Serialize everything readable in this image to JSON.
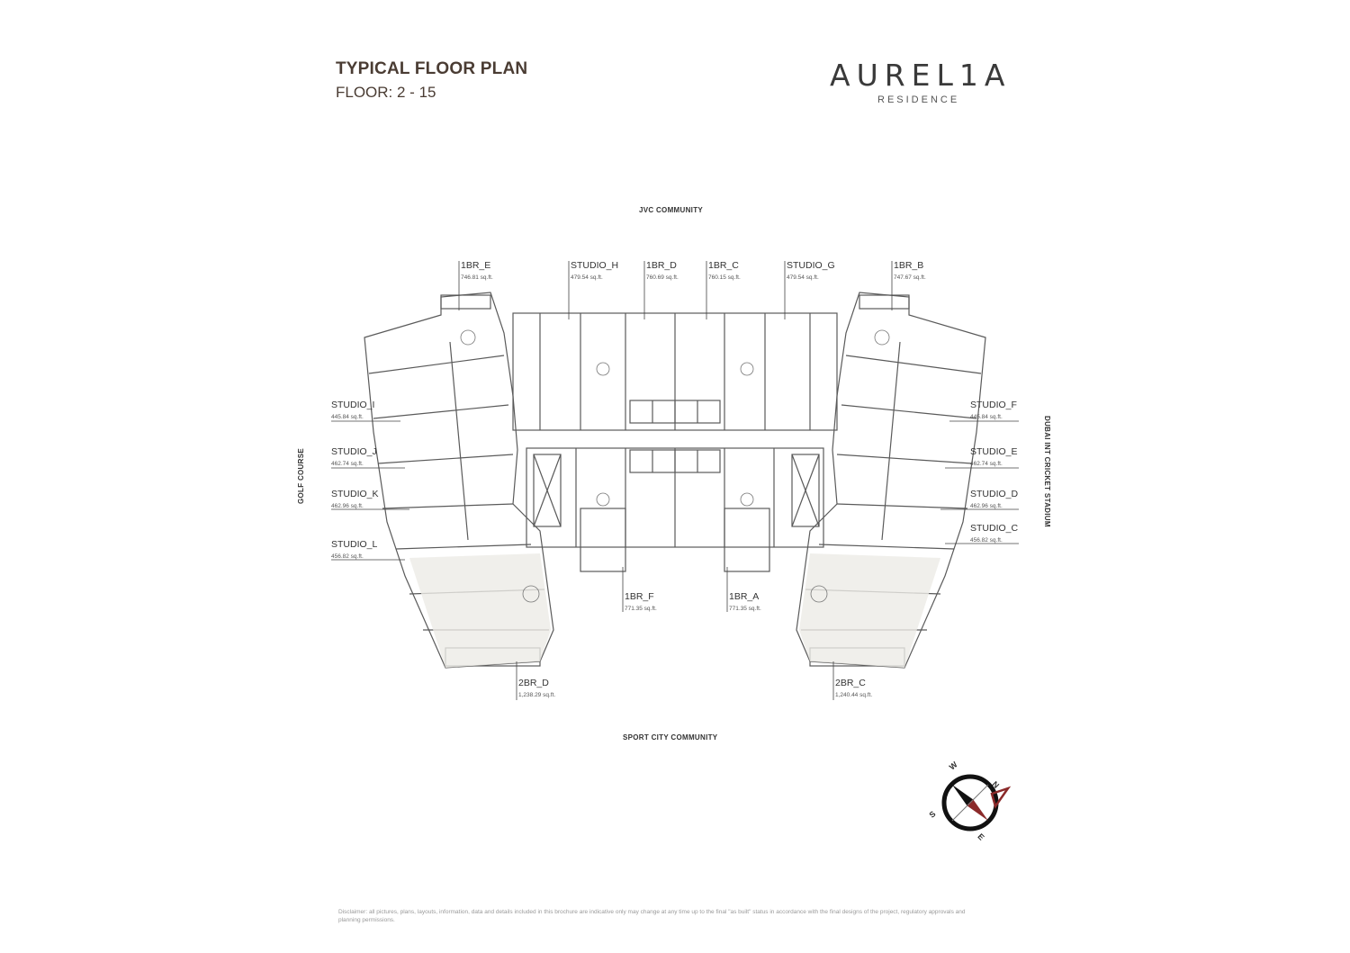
{
  "header": {
    "title": "TYPICAL FLOOR PLAN",
    "floor": "FLOOR: 2 - 15",
    "brand": "AUREL1A",
    "brand_sub": "RESIDENCE"
  },
  "directions": {
    "top": "JVC COMMUNITY",
    "bottom": "SPORT CITY COMMUNITY",
    "left": "GOLF COURSE",
    "right": "DUBAI INT CRICKET STADIUM"
  },
  "units": [
    {
      "name": "1BR_E",
      "area": "746.81 sq.ft."
    },
    {
      "name": "STUDIO_H",
      "area": "479.54 sq.ft."
    },
    {
      "name": "1BR_D",
      "area": "760.69 sq.ft."
    },
    {
      "name": "1BR_C",
      "area": "760.15 sq.ft."
    },
    {
      "name": "STUDIO_G",
      "area": "479.54 sq.ft."
    },
    {
      "name": "1BR_B",
      "area": "747.67 sq.ft."
    },
    {
      "name": "STUDIO_I",
      "area": "445.84 sq.ft."
    },
    {
      "name": "STUDIO_J",
      "area": "462.74 sq.ft."
    },
    {
      "name": "STUDIO_K",
      "area": "462.96 sq.ft."
    },
    {
      "name": "STUDIO_L",
      "area": "456.82 sq.ft."
    },
    {
      "name": "STUDIO_F",
      "area": "445.84 sq.ft."
    },
    {
      "name": "STUDIO_E",
      "area": "462.74 sq.ft."
    },
    {
      "name": "STUDIO_D",
      "area": "462.96 sq.ft."
    },
    {
      "name": "STUDIO_C",
      "area": "456.82 sq.ft."
    },
    {
      "name": "1BR_F",
      "area": "771.35 sq.ft."
    },
    {
      "name": "1BR_A",
      "area": "771.35 sq.ft."
    },
    {
      "name": "2BR_D",
      "area": "1,238.29 sq.ft."
    },
    {
      "name": "2BR_C",
      "area": "1,240.44 sq.ft."
    }
  ],
  "compass": {
    "n": "N",
    "w": "W",
    "s": "S",
    "e": "E"
  },
  "disclaimer": "Disclaimer: all pictures, plans, layouts, information, data and details included in this brochure are indicative only may change at any time up to the final \"as built\" status in accordance with the final designs of the project, regulatory approvals and planning permissions.",
  "colors": {
    "heading": "#4a3c33",
    "line": "#555555",
    "accent": "#8b2a2a"
  }
}
